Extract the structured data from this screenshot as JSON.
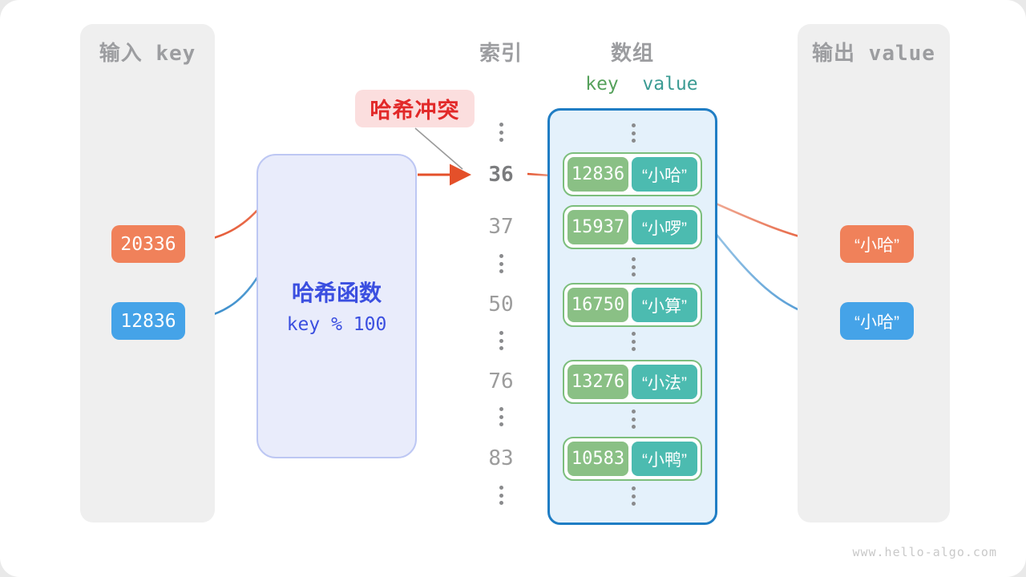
{
  "input_panel": {
    "title": "输入 key",
    "keys": [
      {
        "value": "20336",
        "color": "orange"
      },
      {
        "value": "12836",
        "color": "blue"
      }
    ]
  },
  "hash_box": {
    "name": "哈希函数",
    "formula": "key % 100"
  },
  "collision": {
    "label": "哈希冲突"
  },
  "index_column": {
    "title": "索引",
    "values": [
      "36",
      "37",
      "50",
      "76",
      "83"
    ],
    "highlighted": "36"
  },
  "array_panel": {
    "title": "数组",
    "key_header": "key",
    "value_header": "value",
    "pairs": [
      {
        "key": "12836",
        "value": "“小哈”"
      },
      {
        "key": "15937",
        "value": "“小啰”"
      },
      {
        "key": "16750",
        "value": "“小算”"
      },
      {
        "key": "13276",
        "value": "“小法”"
      },
      {
        "key": "10583",
        "value": "“小鸭”"
      }
    ]
  },
  "output_panel": {
    "title": "输出 value",
    "values": [
      {
        "value": "“小哈”",
        "color": "orange"
      },
      {
        "value": "“小哈”",
        "color": "blue"
      }
    ]
  },
  "watermark": "www.hello-algo.com",
  "colors": {
    "orange": "#F0815A",
    "blue": "#45A3E8",
    "key_green": "#8AC085",
    "value_teal": "#4CBBB0",
    "collision_red": "#E22929",
    "hash_blue": "#3B4FE0",
    "array_border_blue": "#1F7DC4",
    "panel_gray": "#EFEFEF"
  }
}
